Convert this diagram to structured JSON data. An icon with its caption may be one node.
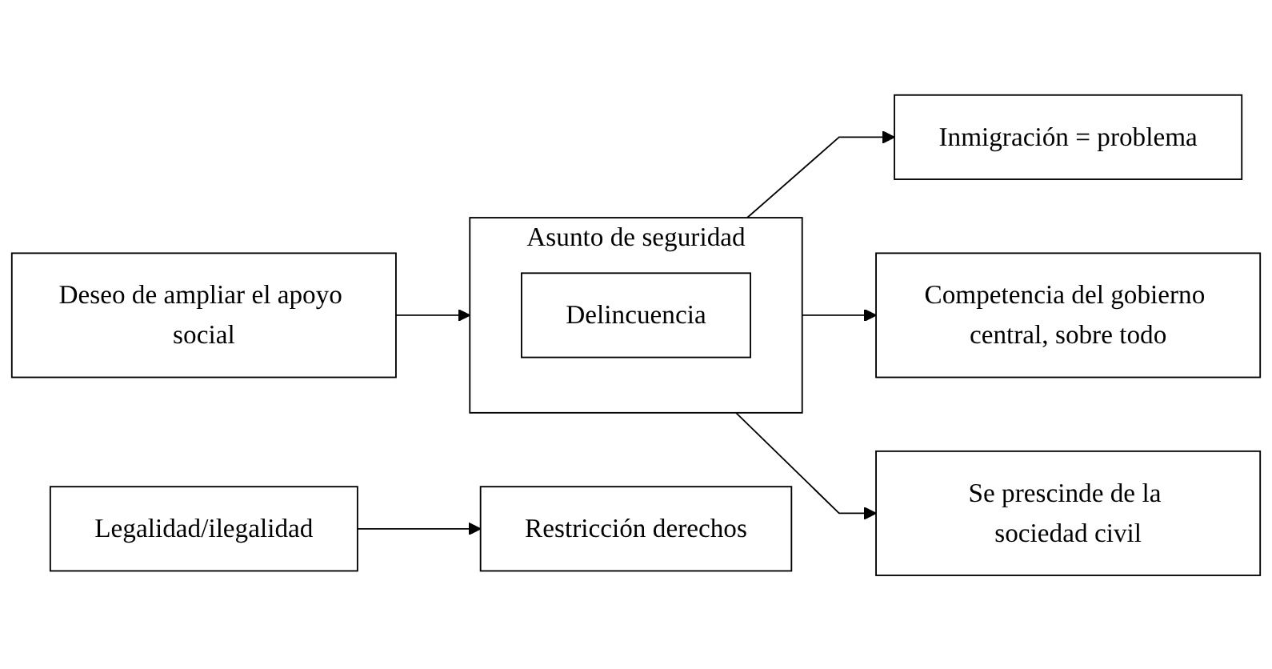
{
  "diagram": {
    "nodes": [
      {
        "text": [
          "Deseo de ampliar el apoyo social"
        ]
      },
      {
        "text": [
          "Asunto de seguridad"
        ]
      },
      {
        "text": [
          "Delincuencia"
        ],
        "in": 1
      },
      {
        "text": [
          "Inmigración = problema"
        ]
      },
      {
        "text": [
          "Legalidad/ilegalidad"
        ]
      },
      {
        "text": [
          "Restricción derechos"
        ]
      },
      {
        "text": [
          "Competencia del gobierno central, sobre todo"
        ]
      },
      {
        "text": [
          "Se prescinde de la sociedad civil"
        ]
      }
    ],
    "edges": [
      {
        "from": 0,
        "to": 1,
        "arrow": "to"
      },
      {
        "from": 1,
        "to": 3,
        "arrow": "to"
      },
      {
        "from": 4,
        "to": 5,
        "arrow": "to"
      },
      {
        "from": 1,
        "to": 6,
        "arrow": "to"
      },
      {
        "from": 1,
        "to": 7,
        "arrow": "to"
      }
    ]
  }
}
